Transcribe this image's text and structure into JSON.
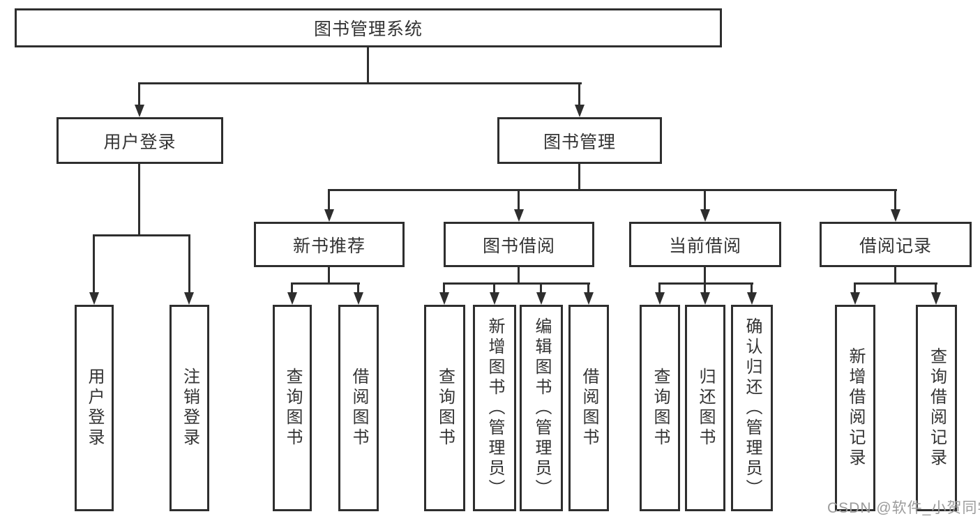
{
  "page": {
    "background": "#ffffff",
    "line_color": "#2e2e2e",
    "text_color": "#333333"
  },
  "diagram": {
    "type": "hierarchy-tree",
    "root": {
      "label": "图书管理系统"
    },
    "level2": [
      {
        "id": "user-login",
        "label": "用户登录"
      },
      {
        "id": "book-management",
        "label": "图书管理"
      }
    ],
    "level3": [
      {
        "id": "new-book-recommend",
        "label": "新书推荐"
      },
      {
        "id": "book-borrow",
        "label": "图书借阅"
      },
      {
        "id": "current-borrow",
        "label": "当前借阅"
      },
      {
        "id": "borrow-records",
        "label": "借阅记录"
      }
    ],
    "level4": {
      "user_login": [
        {
          "label": "用户登录"
        },
        {
          "label": "注销登录"
        }
      ],
      "new_book_recommend": [
        {
          "label": "查询图书"
        },
        {
          "label": "借阅图书"
        }
      ],
      "book_borrow": [
        {
          "label": "查询图书"
        },
        {
          "label": "新增图书（管理员）"
        },
        {
          "label": "编辑图书（管理员）"
        },
        {
          "label": "借阅图书"
        }
      ],
      "current_borrow": [
        {
          "label": "查询图书"
        },
        {
          "label": "归还图书"
        },
        {
          "label": "确认归还（管理员）"
        }
      ],
      "borrow_records": [
        {
          "label": "新增借阅记录"
        },
        {
          "label": "查询借阅记录"
        }
      ]
    }
  },
  "watermark": {
    "text": "CSDN @软件_小贺同学",
    "color": "#9b9b9b"
  }
}
